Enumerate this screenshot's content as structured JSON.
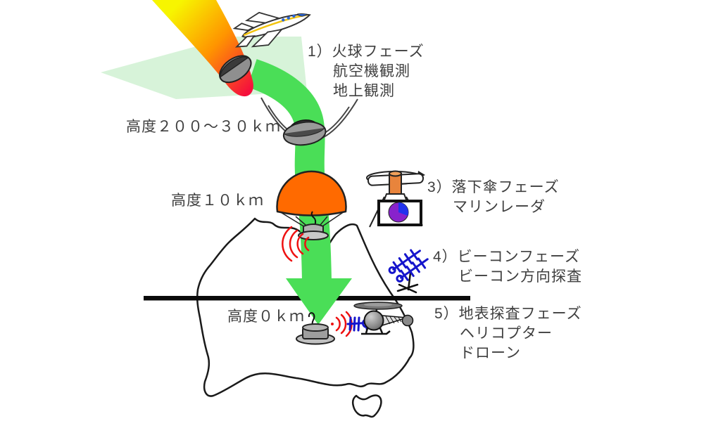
{
  "diagram": {
    "altitudes": {
      "entry": "高度２００～３０ｋｍ",
      "parachute": "高度１０ｋｍ",
      "ground": "高度０ｋｍ"
    },
    "phases": [
      {
        "title": "1）火球フェーズ",
        "lines": [
          "航空機観測",
          "地上観測"
        ]
      },
      {
        "title": "3）落下傘フェーズ",
        "lines": [
          "マリンレーダ"
        ]
      },
      {
        "title": "4）ビーコンフェーズ",
        "lines": [
          "ビーコン方向探査"
        ]
      },
      {
        "title": "5）地表探査フェーズ",
        "lines": [
          "ヘリコプター",
          "ドローン"
        ]
      }
    ],
    "icons": {
      "airplane": "airplane-icon",
      "fireball": "fireball-icon",
      "reentry_capsule": "capsule-icon",
      "parachute": "parachute-icon",
      "marine_radar": "marine-radar-icon",
      "beacon_antenna": "yagi-antenna-icon",
      "helicopter": "helicopter-icon",
      "radio_waves": "radio-wave-icon",
      "map": "australia-map"
    },
    "colors": {
      "fireball_start": "#f7f500",
      "fireball_mid": "#ff9400",
      "fireball_end": "#f5103c",
      "trajectory_green": "#4ade57",
      "corridor_green": "#d7f3d9",
      "parachute_orange": "#ff6a00",
      "radio_wave_red": "#ee1111",
      "beacon_blue": "#1515cc",
      "ground_line": "#0a0a0a",
      "text": "#3f3f3f"
    }
  }
}
